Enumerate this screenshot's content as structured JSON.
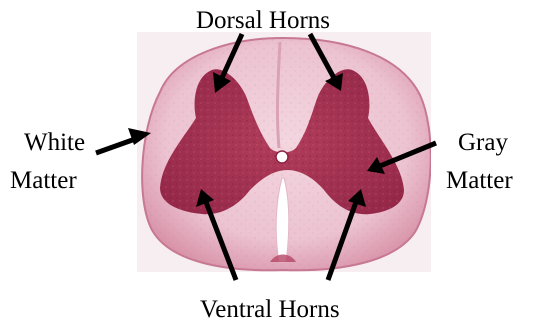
{
  "labels": {
    "dorsal_horns": "Dorsal Horns",
    "white_matter_line1": "White",
    "white_matter_line2": "Matter",
    "gray_matter_line1": "Gray",
    "gray_matter_line2": "Matter",
    "ventral_horns": "Ventral Horns"
  },
  "colors": {
    "white_matter": "#ecc3d1",
    "gray_matter": "#a8334f",
    "background": "#ffffff",
    "arrow": "#000000"
  }
}
